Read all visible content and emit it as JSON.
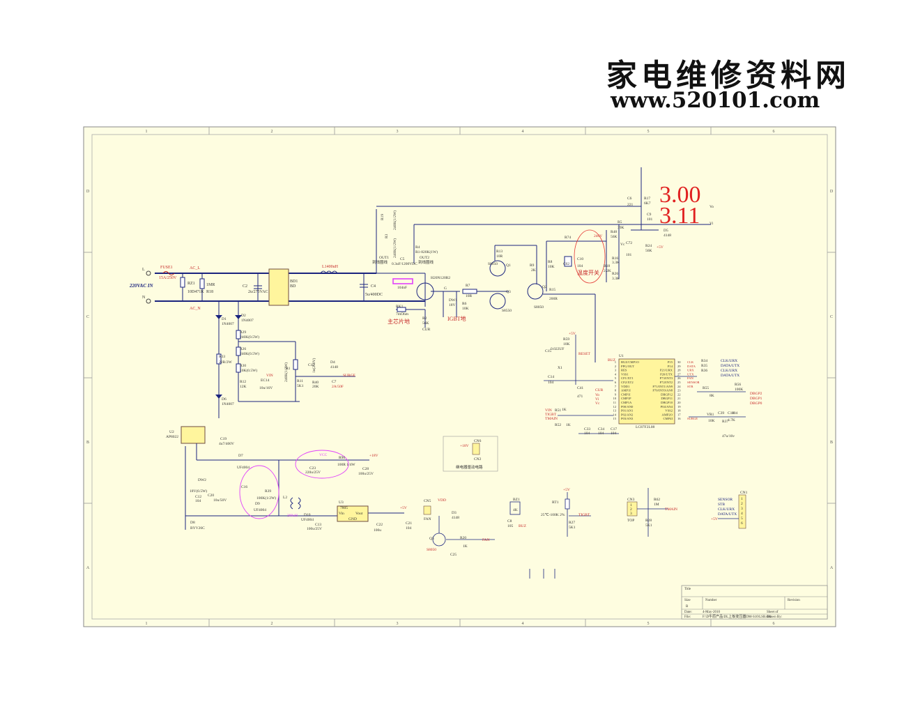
{
  "logo": {
    "cn": "家电维修资料网",
    "url": "www.520101.com"
  },
  "annotations": {
    "big1": "3.00",
    "big2": "3.11"
  },
  "frame": {
    "cols": [
      "1",
      "2",
      "3",
      "4",
      "5",
      "6"
    ],
    "rows": [
      "D",
      "C",
      "B",
      "A"
    ]
  },
  "mains": {
    "L": "L",
    "N": "N",
    "ac_in": "220VAC IN",
    "fuse": "FUSE1",
    "fuse_val": "15A/250V",
    "rz1": "RZ1",
    "rz1_val": "10D471K",
    "r_ac": "1MR",
    "r_ac2": "R18",
    "acl": "AC_L",
    "acn": "AC_N",
    "c2": "C2",
    "c2_val": "2u/275VAC",
    "bd1": "BD1",
    "bd1b": "BD",
    "l1": "L1",
    "l1_val": "L1400uH",
    "c4": "C4",
    "c4_val": "5u/400DC"
  },
  "power": {
    "r19": "R19",
    "r3": "R3",
    "r19v": "240K(1/2W)",
    "r3v": "240K(1/2W)",
    "out1": "OUT1",
    "out1_cn": "到线圈线",
    "c5": "C5",
    "c5v": "0.3uF/1200VDC",
    "c104": "104nF",
    "out2": "OUT2",
    "out2_cn": "到线圈线",
    "r4": "R4",
    "r4v": "R1-820K(1W)",
    "igbt": "H20N120R2",
    "r7": "R7",
    "r7v": "10R",
    "g": "G",
    "dw1": "DW1",
    "dw1v": "18V",
    "r6": "R6",
    "r6v": "10K",
    "rk1": "RK1",
    "rk1v": "7mOhm",
    "r2": "R2",
    "r2v": "56K",
    "cur": "CUR",
    "main_gnd": "主芯片地",
    "igbt_gnd": "IGBT地"
  },
  "driver": {
    "r13": "R13",
    "r13v": "10R",
    "q1": "Q1",
    "q1v": "S8050",
    "q3": "Q3",
    "q3v": "S8550",
    "r9": "R9",
    "r9v": "2K",
    "r8": "R8",
    "r8v": "10K",
    "q2": "Q2",
    "q2v": "S8050",
    "r15": "R15",
    "r15v": "200R",
    "r74": "R74",
    "c62": "C62",
    "c10": "C10",
    "c10v": "104",
    "switch_cn": "温度开关",
    "r16": "R16",
    "r16v": "3.3K",
    "r18": "R18",
    "r18v": "2.2K",
    "r48": "R48",
    "r48v": "56K",
    "r5": "R5",
    "r5v": "39K",
    "r17": "R17",
    "r17v": "6K7",
    "c6": "C6",
    "c6v": "221",
    "c9": "C9",
    "c9v": "101",
    "c72": "C72",
    "c72v": "101",
    "r24": "R24",
    "r24v": "56K",
    "r26": "R26",
    "r26v": "3.3K",
    "d5": "D5",
    "d5v": "4148",
    "vo": "Vo",
    "vi": "Vi",
    "vc": "Vc",
    "plus5": "+5V",
    "jump": "240V"
  },
  "surge": {
    "d_a": "D1",
    "d_av": "1N4007",
    "d_b": "D2",
    "d_bv": "1N4007",
    "r29": "R29",
    "r29v": "240K(0.5W)",
    "r26b": "R26",
    "r26bv": "240K(0.5W)",
    "r30": "R30",
    "r30v": "10K(0.5W)",
    "r33": "R33",
    "r33v": "22R/2W",
    "r12": "R12",
    "r12v": "12K",
    "vin": "VIN",
    "ec14": "EC14",
    "ec14v": "10u/16V",
    "r1": "R1",
    "r1v": "240K(1/2W)",
    "r11": "R11",
    "r11v": "5K1",
    "c12": "C12",
    "c12v": "1n(250V)",
    "r40": "R40",
    "r40v": "20K",
    "d4": "D4",
    "d4v": "4148",
    "c7": "C7",
    "c7v": "2A/50F",
    "surge": "SURGE",
    "d6": "D6",
    "d6v": "1N4007"
  },
  "smps": {
    "u2": "U2",
    "u2v": "AP8022",
    "c19": "C19",
    "c19v": "4u7/400V",
    "d7": "D7",
    "d7v": "UF4004",
    "dw2": "DW2",
    "dw2v": "18V(0.5W)",
    "c12b": "C12",
    "c12bv": "104",
    "c20": "C20",
    "c20v": "10u/50V",
    "d8": "D8",
    "d8v": "BYV26C",
    "c16": "C16",
    "r39": "R39",
    "r39v": "100K(1/2W)",
    "d9": "D9",
    "d9v": "UF4004",
    "l2": "L2",
    "l2v": "200uH",
    "d10": "D10",
    "d10v": "UF4004",
    "c13": "C13",
    "c13v": "100u/25V",
    "vcc": "VCC",
    "c23": "C23",
    "c23v": "220u/25V",
    "r90": "R90",
    "r90v": "100R 1/4W",
    "plus18": "+18V",
    "c28": "C28",
    "c28v": "100u/25V",
    "u3": "U3",
    "u3v": "7805",
    "vin": "Vin",
    "gnd": "GND",
    "vout": "Vout",
    "c22": "C22",
    "c22v": "100u",
    "c21": "C21",
    "c21v": "104",
    "plus5": "+5V"
  },
  "mcu": {
    "u1": "U1",
    "part": "LC87F2L08",
    "left_pins": [
      "BUZ/CMP1O",
      "PPG/OUT",
      "RES",
      "VSS1",
      "CF1/XT1",
      "CF2/XT2",
      "VDD1",
      "AMP1I",
      "CMP1I",
      "CMP1P",
      "CMP1A",
      "P00/AN0",
      "P01/AN1",
      "P02/AN2",
      "P03/AN3"
    ],
    "left_nums": [
      "1",
      "2",
      "3",
      "4",
      "5",
      "6",
      "7",
      "8",
      "9",
      "10",
      "11",
      "12",
      "13",
      "14",
      "15"
    ],
    "right_pins": [
      "P15",
      "P14",
      "P21/URX",
      "P20/UTX",
      "P73/INT3",
      "P72/INT2",
      "P71/INT1/AN9",
      "P70/INT0/AN8",
      "DBGP12",
      "DBGP11",
      "DBGP10",
      "P04/AN4",
      "VSS2",
      "AMP2O",
      "CMP4I"
    ],
    "right_nums": [
      "30",
      "29",
      "28",
      "27",
      "26",
      "25",
      "24",
      "23",
      "22",
      "21",
      "20",
      "19",
      "18",
      "17",
      "16"
    ],
    "right_nets": [
      "CLK",
      "DATA",
      "URX",
      "UTX",
      "FAN",
      "SENSOR",
      "STB",
      "",
      "",
      "",
      "",
      "",
      "",
      "",
      "SURGE"
    ],
    "buz": "BUZ",
    "reset": "RESET",
    "r59": "R59",
    "r59v": "10K",
    "c15": "C15",
    "c15v": "0.022UF",
    "x1": "X1",
    "c14": "C14",
    "c14v": "104",
    "c41": "C41",
    "c41v": "471",
    "cur": "CUR",
    "vo": "Vo",
    "vi": "Vi",
    "vc": "Vc",
    "r55": "R55",
    "r55v": "8K",
    "r56": "R56",
    "r56v": "100K",
    "dbgp2": "DBGP2",
    "dbgp1": "DBGP1",
    "dbgp0": "DBGP0",
    "vr1": "VR1",
    "vr1v": "10K",
    "r37": "R37",
    "r37v": "4.7K",
    "c39": "C39",
    "c39v": "47u/16v",
    "c18": "C18",
    "c18v": "104",
    "c33": "C33",
    "c33v": "104",
    "c34": "C34",
    "c34v": "104",
    "c17": "C17",
    "c17v": "104",
    "r34_36": [
      "R34",
      "R35",
      "R36"
    ],
    "rnets": [
      "CLK/URX",
      "DATA/UTX",
      "CLK/URX",
      "DATA/UTX"
    ],
    "tin": [
      "VIN",
      "TIGBT",
      "TMAIN"
    ],
    "r51": "R51",
    "r51v": "1K",
    "r53v": "1K",
    "r52": "R52",
    "plus5": "+5V"
  },
  "misc": {
    "cn6": "CN6",
    "cn6b": "CN2",
    "plus18": "+18V",
    "relay_cn": "继电器驱动电路",
    "cn5": "CN5",
    "fan": "FAN",
    "vdd": "VDD",
    "d3": "D3",
    "d3v": "4148",
    "q5": "Q5",
    "q5v": "S8050",
    "r20": "R20",
    "r20v": "1K",
    "fan2": "FAN",
    "c25": "C25",
    "bz1": "BZ1",
    "bz1v": "4K",
    "c8": "C8",
    "c8v": "105",
    "buz": "BUZ",
    "rt1": "RT1",
    "rt1v": "25℃-100K 2%",
    "r27": "R27",
    "r27v": "5K1",
    "tigbt": "TIGBT",
    "cn3": "CN3",
    "top": "TOP",
    "r62": "R62",
    "r62v": "1M",
    "r28": "R28",
    "r28v": "5K1",
    "tmain": "TMAIN",
    "cn1": "CN1",
    "cn1_labels": [
      "SENSOR",
      "STB",
      "CLK/URX",
      "DATA/UTX",
      "+5V"
    ],
    "pins3": [
      "1",
      "2",
      "3"
    ],
    "pins6": [
      "1",
      "2",
      "3",
      "4",
      "5",
      "6"
    ],
    "plus5": "+5V"
  },
  "titleblock": {
    "title": "Title",
    "size": "Size",
    "size_v": "B",
    "number": "Number",
    "revision": "Revision",
    "date": "Date:",
    "date_v": "4-May-2010",
    "sheet": "Sheet   of",
    "file": "File:",
    "file_v": "F:\\D牛原产品\\DL上板变压器DM-S10\\LSB.ddb",
    "drawn": "Drawn By:"
  }
}
